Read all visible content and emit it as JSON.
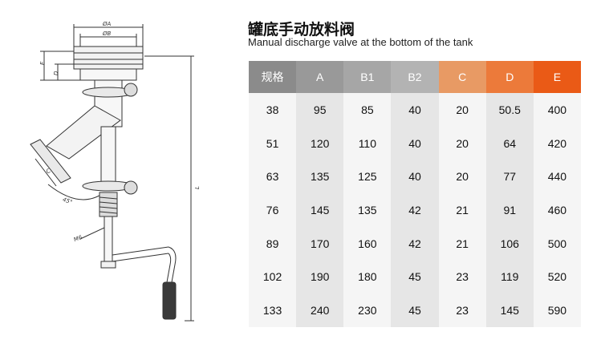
{
  "title_zh": "罐底手动放料阀",
  "title_en": "Manual discharge valve at the bottom of the tank",
  "drawing_labels": {
    "dia_a": "ØA",
    "dia_b": "ØB",
    "e": "E",
    "d": "D",
    "c": "C",
    "l": "L",
    "angle": "45°",
    "thread": "M6"
  },
  "table": {
    "headers": [
      "规格",
      "A",
      "B1",
      "B2",
      "C",
      "D",
      "E"
    ],
    "header_colors": [
      "#8b8b8b",
      "#999999",
      "#a6a6a6",
      "#b3b3b3",
      "#e89a64",
      "#ec7a3a",
      "#ea5a16"
    ],
    "rows": [
      [
        "38",
        "95",
        "85",
        "40",
        "20",
        "50.5",
        "400"
      ],
      [
        "51",
        "120",
        "110",
        "40",
        "20",
        "64",
        "420"
      ],
      [
        "63",
        "135",
        "125",
        "40",
        "20",
        "77",
        "440"
      ],
      [
        "76",
        "145",
        "135",
        "42",
        "21",
        "91",
        "460"
      ],
      [
        "89",
        "170",
        "160",
        "42",
        "21",
        "106",
        "500"
      ],
      [
        "102",
        "190",
        "180",
        "45",
        "23",
        "119",
        "520"
      ],
      [
        "133",
        "240",
        "230",
        "45",
        "23",
        "145",
        "590"
      ]
    ]
  }
}
